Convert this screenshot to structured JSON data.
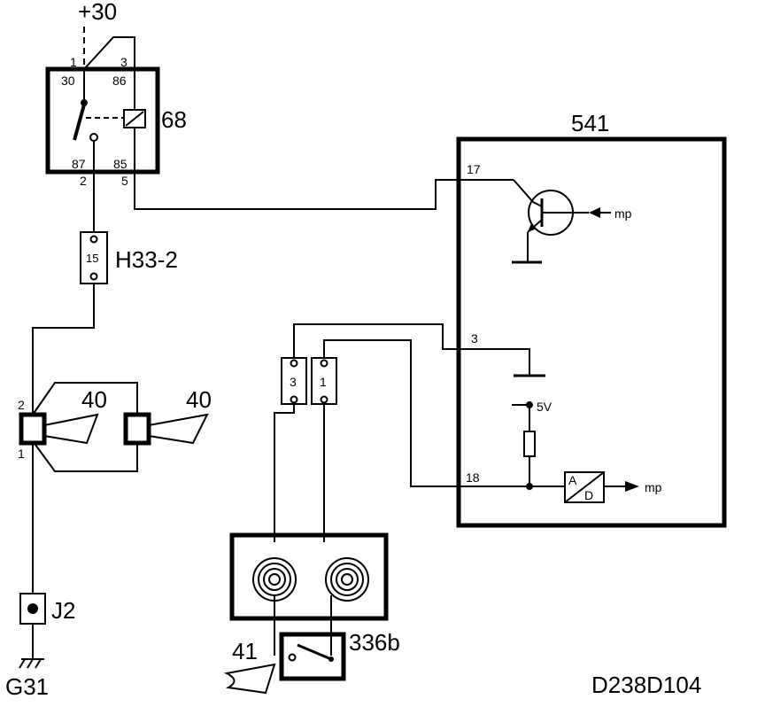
{
  "supply": {
    "label": "+30"
  },
  "relay": {
    "name": "68",
    "pins": {
      "p30": "30",
      "p86": "86",
      "p87": "87",
      "p85": "85"
    },
    "connector": {
      "c1": "1",
      "c3": "3",
      "c2": "2",
      "c5": "5"
    }
  },
  "fuse": {
    "name": "H33-2",
    "number": "15"
  },
  "horns": {
    "left": "40",
    "right": "40",
    "pin_top": "2",
    "pin_bottom": "1"
  },
  "splice": {
    "name": "J2"
  },
  "ground": {
    "name": "G31"
  },
  "ecu": {
    "name": "541",
    "pin17": "17",
    "pin3": "3",
    "pin18": "18",
    "voltage": "5V",
    "ad_a": "A",
    "ad_d": "D",
    "out1": "mp",
    "out2": "mp"
  },
  "clockspring_connector": {
    "left": "3",
    "right": "1"
  },
  "horn_switch": {
    "name": "336b",
    "horn_label": "41"
  },
  "doc_code": "D238D104"
}
